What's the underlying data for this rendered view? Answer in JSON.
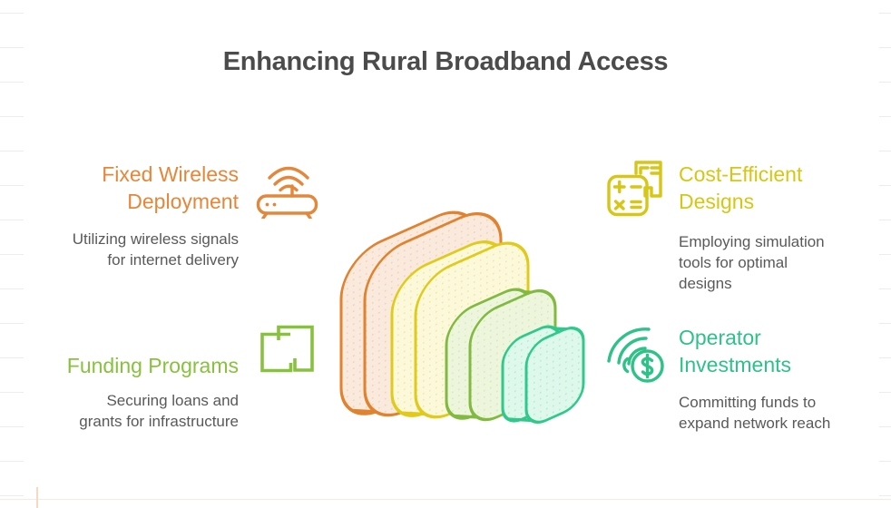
{
  "page": {
    "title": "Enhancing Rural Broadband Access",
    "title_color": "#4b4b4b",
    "background": "#ffffff"
  },
  "sections": [
    {
      "id": "fixed-wireless-deployment",
      "heading_lines": [
        "Fixed Wireless",
        "Deployment"
      ],
      "desc_lines": [
        "Utilizing wireless signals",
        "for internet delivery"
      ],
      "color": "#e5873a",
      "icon": "wireless-router-icon"
    },
    {
      "id": "cost-efficient-designs",
      "heading_lines": [
        "Cost-Efficient",
        "Designs"
      ],
      "desc_lines": [
        "Employing simulation",
        "tools for optimal",
        "designs"
      ],
      "color": "#d6c616",
      "icon": "calculator-document-icon"
    },
    {
      "id": "funding-programs",
      "heading_lines": [
        "Funding Programs"
      ],
      "desc_lines": [
        "Securing loans and",
        "grants for infrastructure"
      ],
      "color": "#88c13d",
      "icon": "nested-squares-icon"
    },
    {
      "id": "operator-investments",
      "heading_lines": [
        "Operator",
        "Investments"
      ],
      "desc_lines": [
        "Committing funds to",
        "expand network reach"
      ],
      "color": "#2ec188",
      "icon": "wifi-dollar-coin-icon"
    }
  ],
  "center_graphic": {
    "type": "stacked-3d-rounded-squares",
    "layers": [
      {
        "label": "fixed-wireless-deployment",
        "stroke": "#e0822f",
        "fill": "#faeadd",
        "dot": "#f0cfae"
      },
      {
        "label": "cost-efficient-designs",
        "stroke": "#e0cb1c",
        "fill": "#fcf9da",
        "dot": "#eee49e"
      },
      {
        "label": "funding-programs",
        "stroke": "#82ba41",
        "fill": "#edf6dd",
        "dot": "#d4e9ad"
      },
      {
        "label": "operator-investments",
        "stroke": "#30c98b",
        "fill": "#def9eb",
        "dot": "#aeeacd"
      }
    ]
  },
  "decorations": {
    "edge_tick_color": "#ececec",
    "bottom_line_color": "#f3ebe4",
    "bottom_accent_color": "#f7d9c3"
  }
}
